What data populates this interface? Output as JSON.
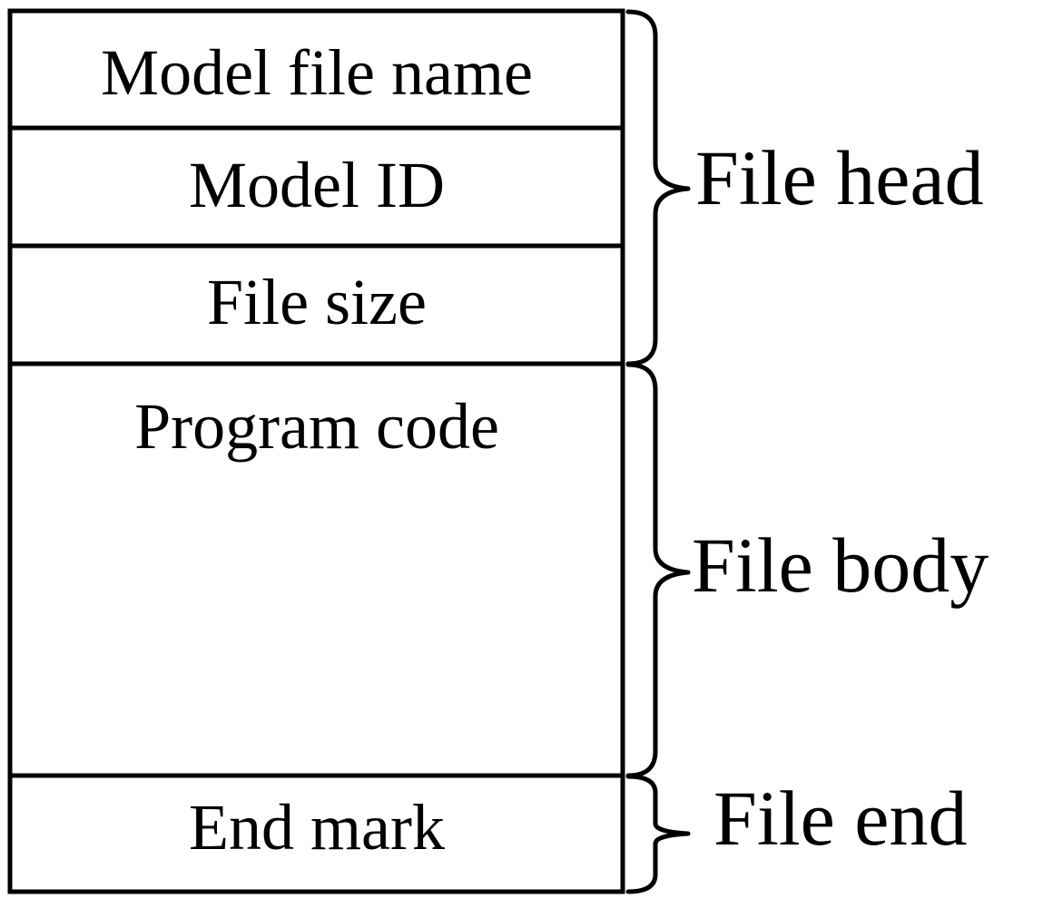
{
  "cells": [
    {
      "label": "Model file name"
    },
    {
      "label": "Model ID"
    },
    {
      "label": "File size"
    },
    {
      "label": "Program code"
    },
    {
      "label": "End mark"
    }
  ],
  "groups": [
    {
      "label": "File head"
    },
    {
      "label": "File body"
    },
    {
      "label": "File end"
    }
  ],
  "colors": {
    "line": "#000000",
    "text": "#000000",
    "background": "#ffffff"
  }
}
